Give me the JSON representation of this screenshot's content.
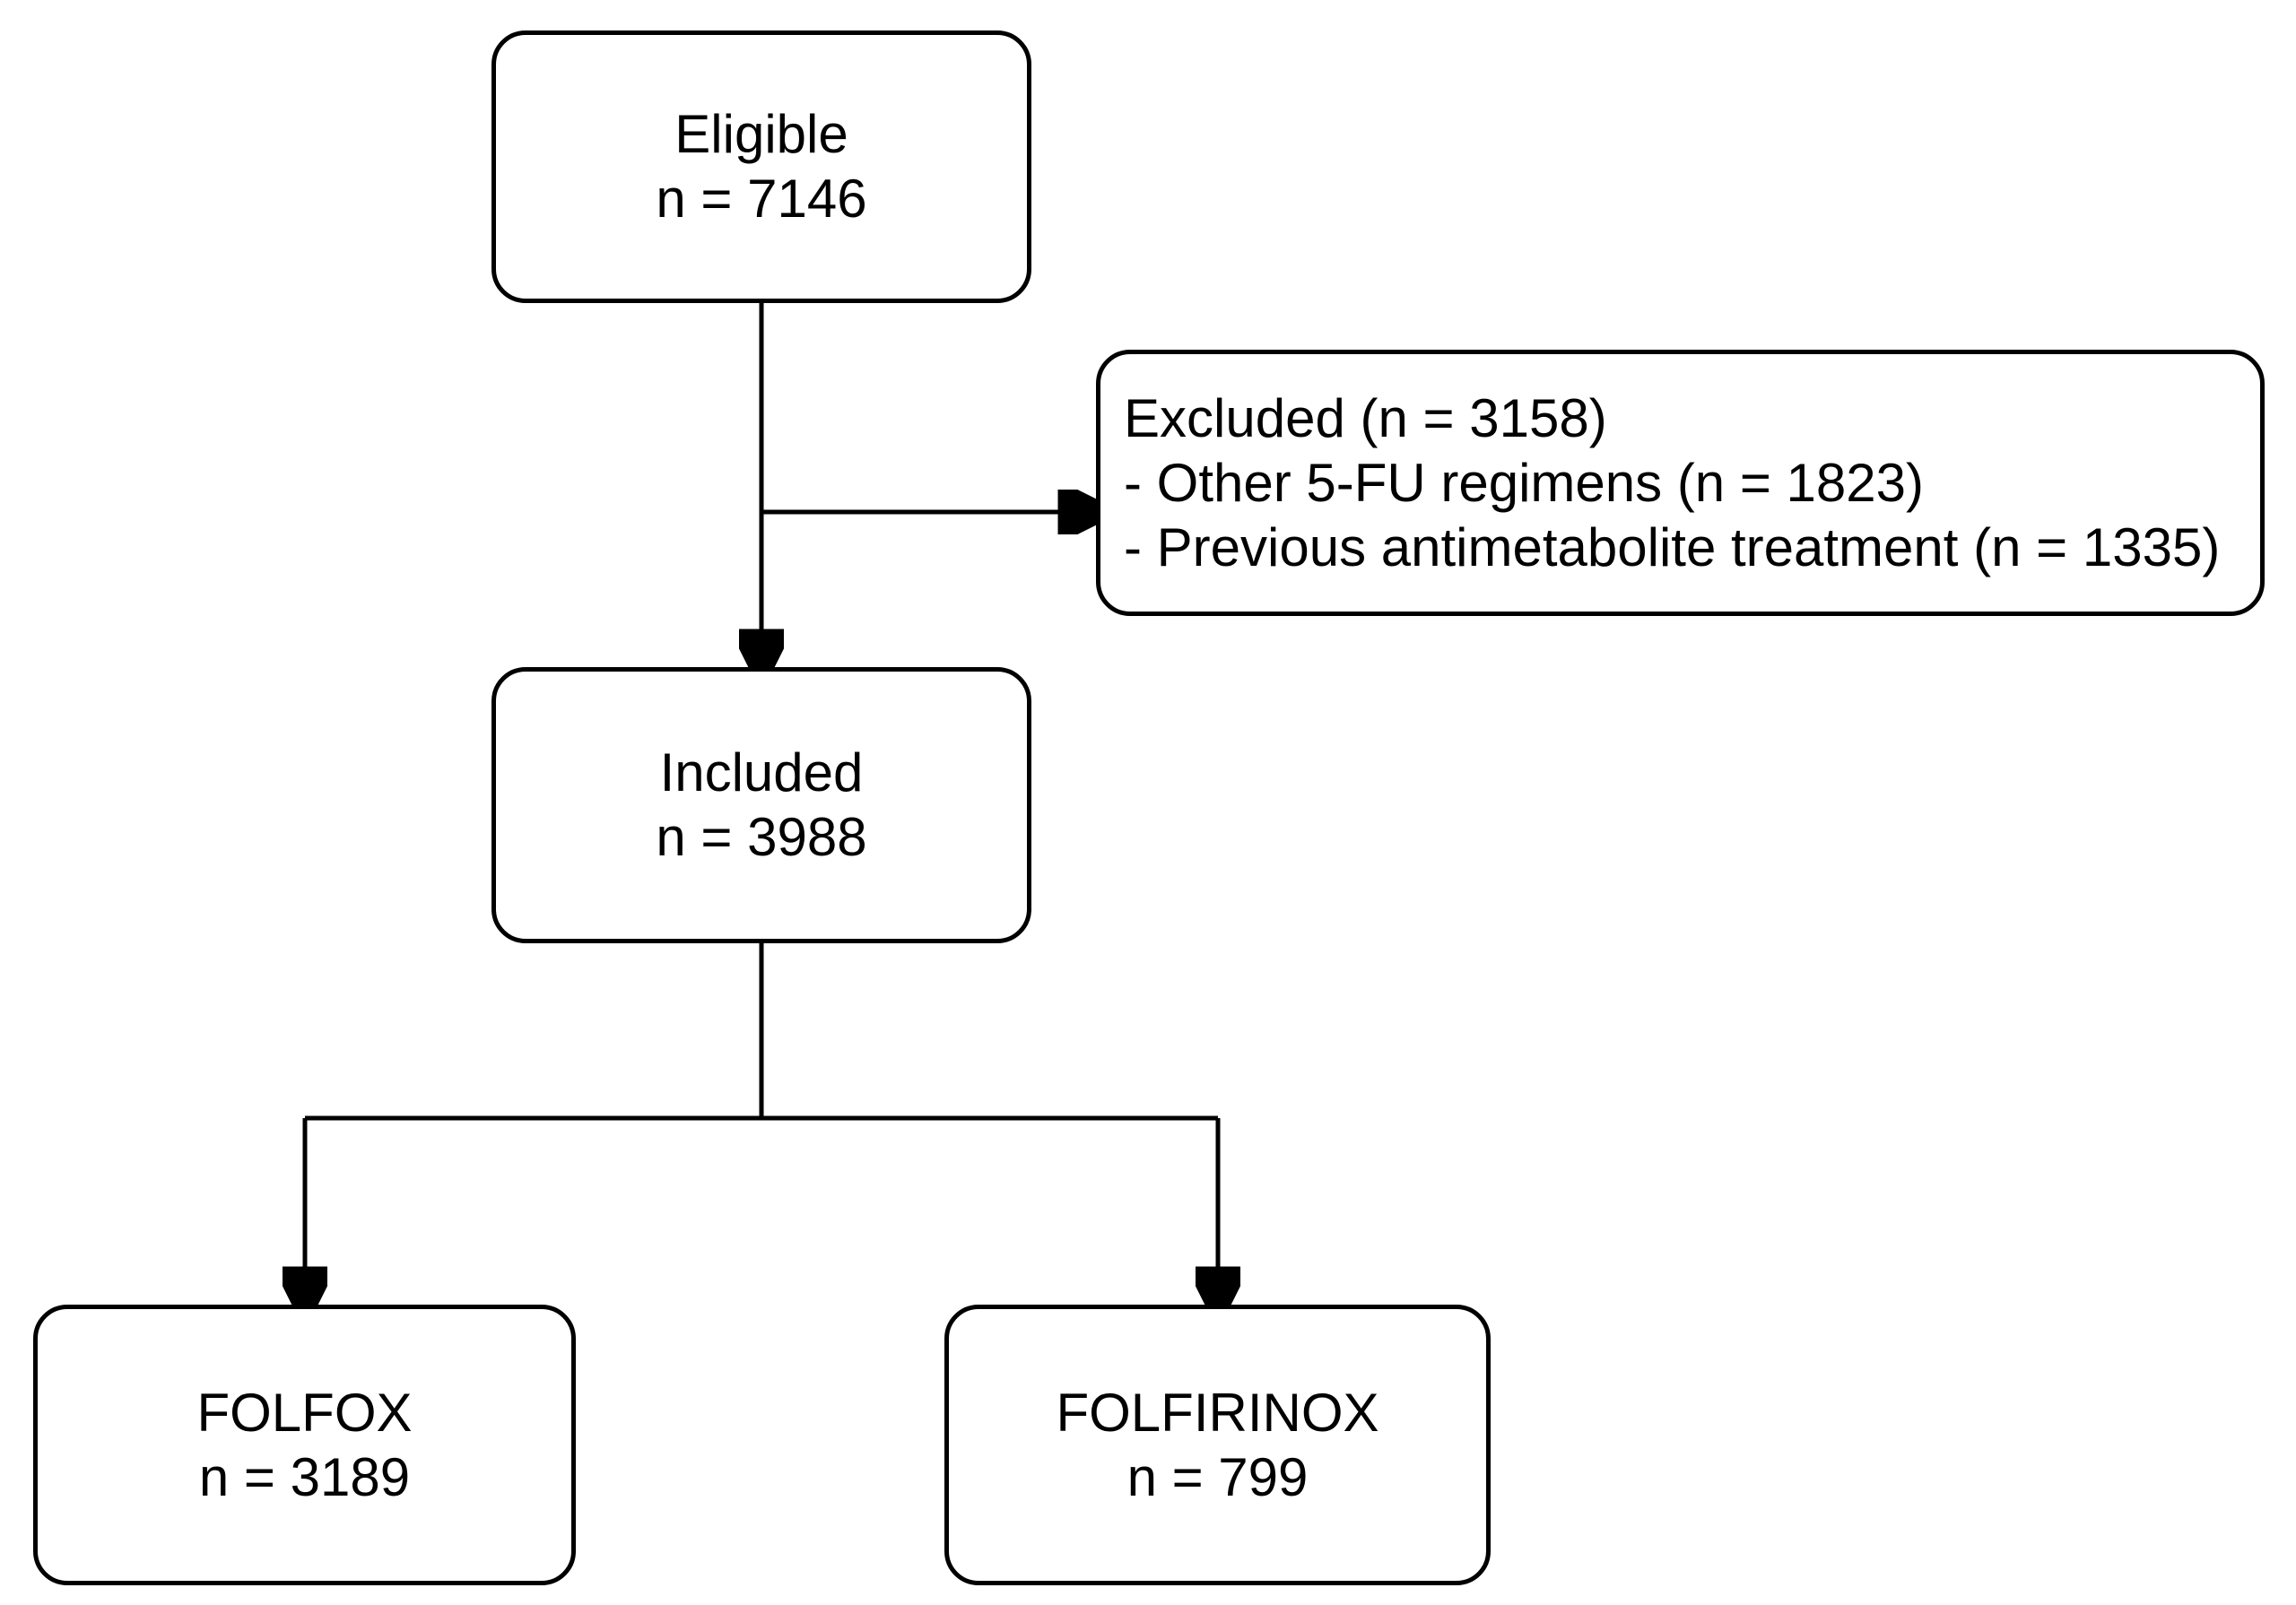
{
  "diagram": {
    "kind": "patient-flow-chart",
    "nodes": {
      "eligible": {
        "label": "Eligible",
        "count": "n = 7146"
      },
      "excluded": {
        "header": "Excluded (n = 3158)",
        "items": [
          "- Other 5-FU regimens (n = 1823)",
          "- Previous antimetabolite treatment (n = 1335)"
        ]
      },
      "included": {
        "label": "Included",
        "count": "n = 3988"
      },
      "folfox": {
        "label": "FOLFOX",
        "count": "n = 3189"
      },
      "folfirinox": {
        "label": "FOLFIRINOX",
        "count": "n = 799"
      }
    },
    "edges": [
      {
        "from": "eligible",
        "to": "included"
      },
      {
        "from": "eligible",
        "to": "excluded"
      },
      {
        "from": "included",
        "to": "folfox"
      },
      {
        "from": "included",
        "to": "folfirinox"
      }
    ],
    "colors": {
      "stroke": "#000000",
      "text": "#000000",
      "background": "#ffffff",
      "node_fill": "#ffffff"
    }
  }
}
